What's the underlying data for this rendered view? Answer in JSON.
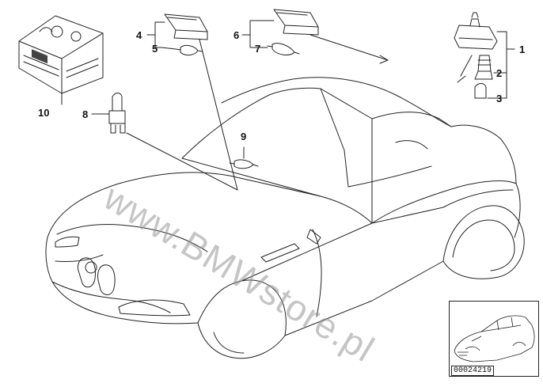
{
  "diagram": {
    "parts": [
      {
        "id": "p1",
        "label": "1"
      },
      {
        "id": "p2",
        "label": "2"
      },
      {
        "id": "p3",
        "label": "3"
      },
      {
        "id": "p4",
        "label": "4"
      },
      {
        "id": "p5",
        "label": "5"
      },
      {
        "id": "p6",
        "label": "6"
      },
      {
        "id": "p7",
        "label": "7"
      },
      {
        "id": "p8",
        "label": "8"
      },
      {
        "id": "p9",
        "label": "9"
      },
      {
        "id": "p10",
        "label": "10"
      }
    ],
    "watermark": "www.BMWstore.pl",
    "inset_code": "00024219"
  }
}
